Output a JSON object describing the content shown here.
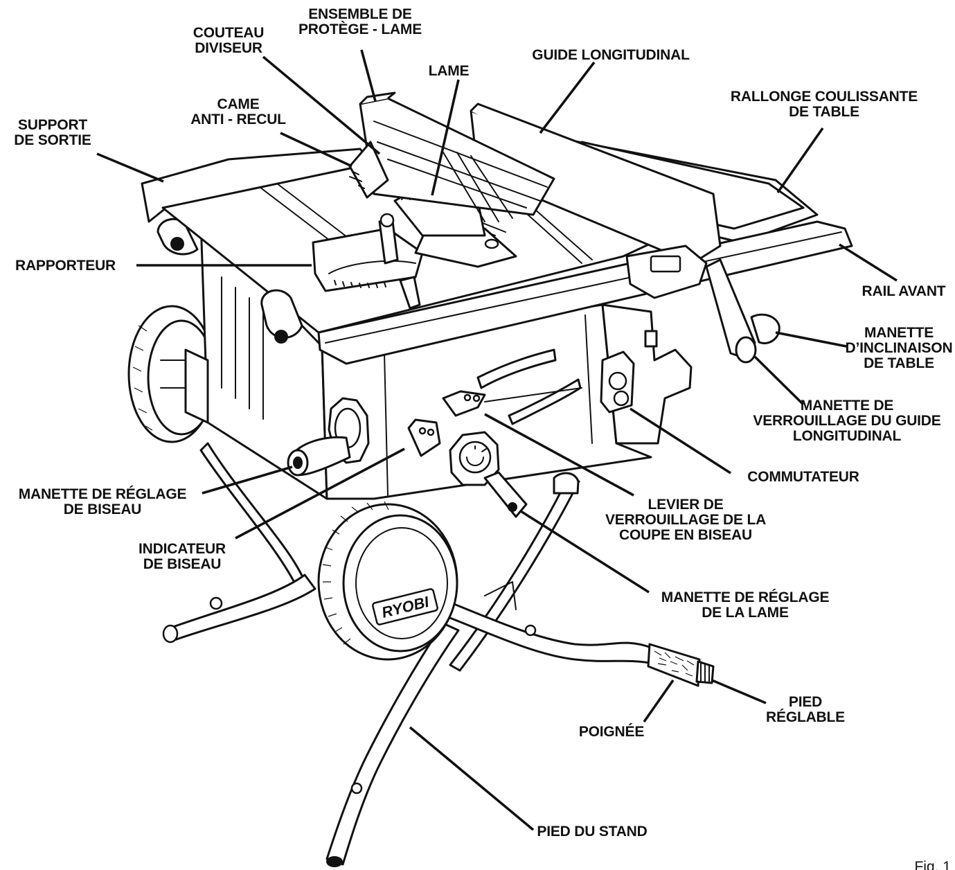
{
  "figure": {
    "caption": "Fig. 1",
    "brand_logo": "RYOBI"
  },
  "labels": {
    "protege_lame": "ENSEMBLE DE\nPROTÈGE - LAME",
    "couteau": "COUTEAU\nDIVISEUR",
    "lame": "LAME",
    "guide_longitudinal": "GUIDE LONGITUDINAL",
    "rallonge": "RALLONGE COULISSANTE\nDE TABLE",
    "came": "CAME\nANTI - RECUL",
    "support_sortie": "SUPPORT\nDE SORTIE",
    "rapporteur": "RAPPORTEUR",
    "rail_avant": "RAIL AVANT",
    "manette_inclinaison": "MANETTE\nD’INCLINAISON\nDE TABLE",
    "manette_verrouillage_guide": "MANETTE DE\nVERROUILLAGE DU GUIDE\nLONGITUDINAL",
    "commutateur": "COMMUTATEUR",
    "manette_reglage_biseau": "MANETTE DE RÉGLAGE\nDE BISEAU",
    "levier_verrouillage": "LEVIER DE\nVERROUILLAGE DE LA\nCOUPE EN BISEAU",
    "indicateur_biseau": "INDICATEUR\nDE BISEAU",
    "manette_reglage_lame": "MANETTE DE RÉGLAGE\nDE LA LAME",
    "pied_reglable": "PIED\nRÉGLABLE",
    "poignee": "POIGNÉE",
    "pied_stand": "PIED DU STAND"
  }
}
